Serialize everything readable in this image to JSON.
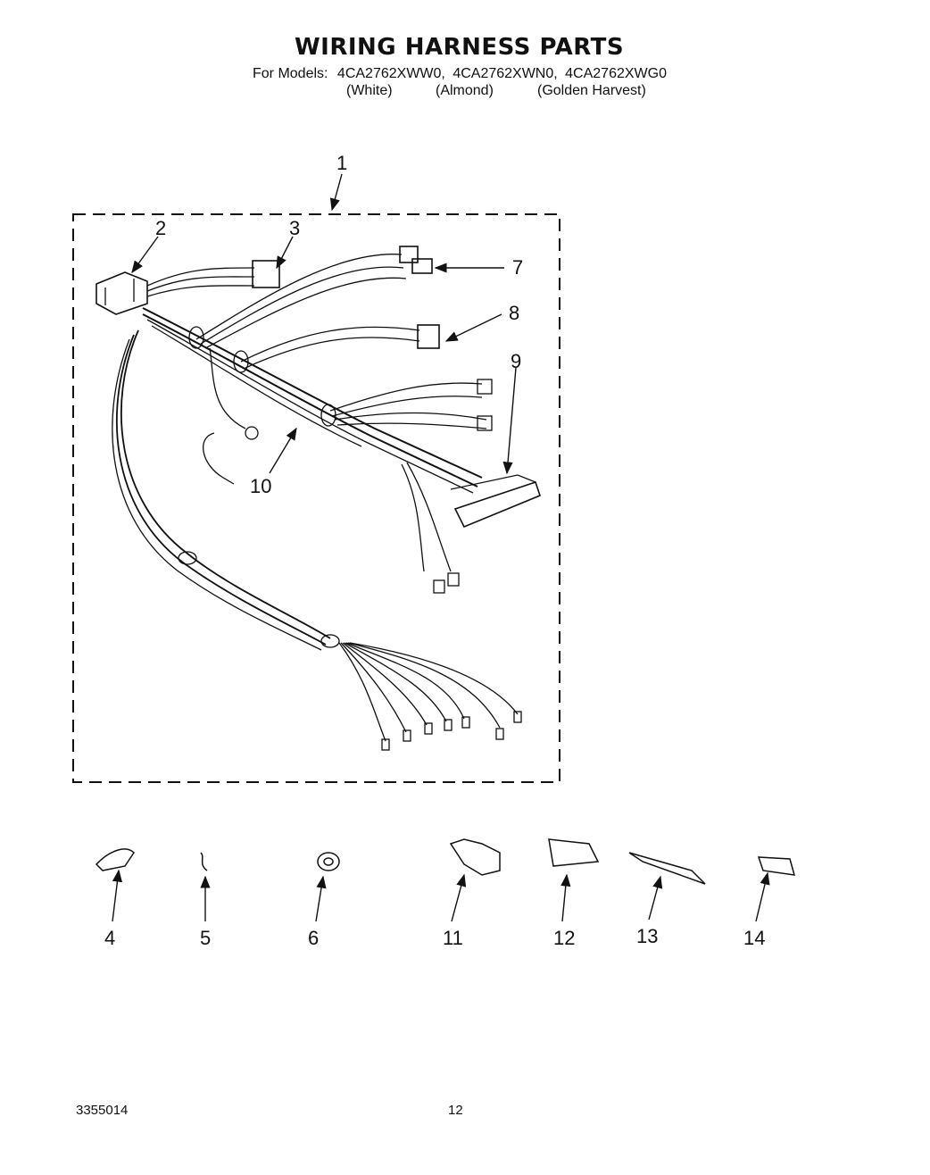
{
  "header": {
    "title": "WIRING HARNESS PARTS",
    "models_prefix": "For Models:",
    "models": [
      "4CA2762XWW0,",
      "4CA2762XWN0,",
      "4CA2762XWG0"
    ],
    "variants": [
      "(White)",
      "(Almond)",
      "(Golden Harvest)"
    ]
  },
  "callouts": [
    "1",
    "2",
    "3",
    "4",
    "5",
    "6",
    "7",
    "8",
    "9",
    "10",
    "11",
    "12",
    "13",
    "14"
  ],
  "footer": {
    "part_number": "3355014",
    "page_number": "12"
  }
}
